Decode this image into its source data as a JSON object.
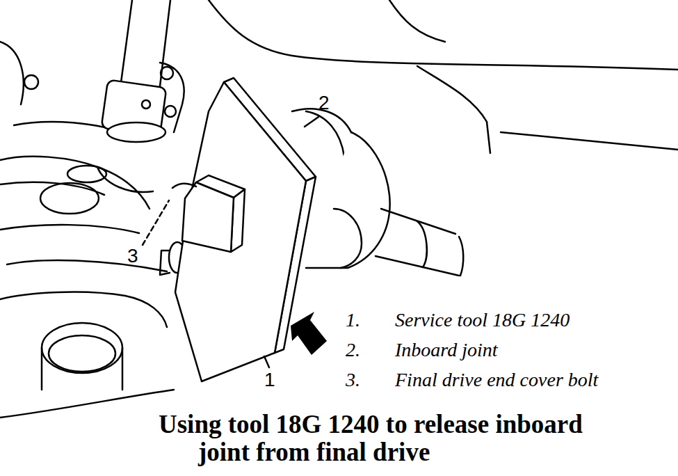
{
  "diagram": {
    "caption": "Using tool 18G 1240 to release inboard joint from final drive",
    "labels": [
      "2",
      "3",
      "1.",
      "Service tool 18G 1240",
      "2.",
      "Inboard joint",
      "1",
      "3.",
      "Final drive end cover bolt"
    ]
  }
}
